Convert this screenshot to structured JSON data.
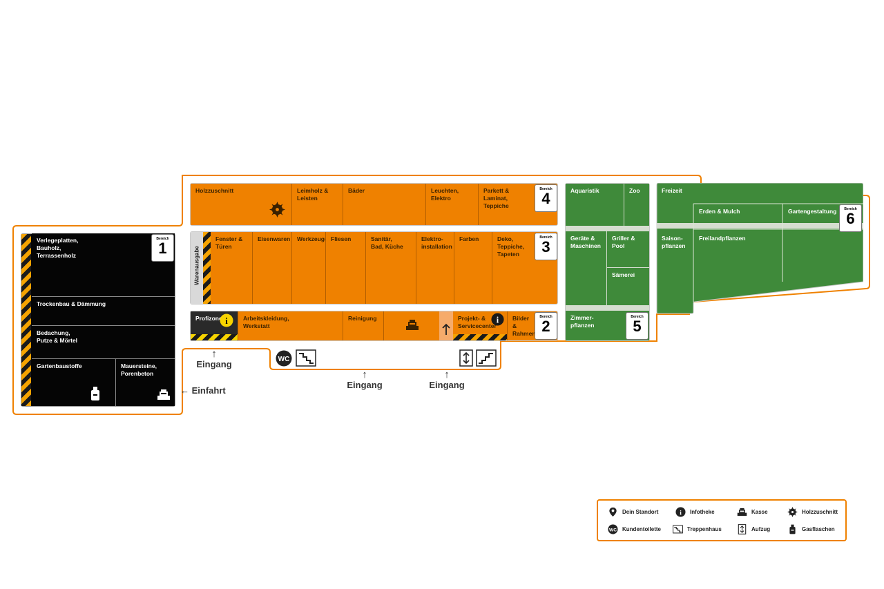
{
  "bereich_label": "Bereich",
  "areas": {
    "b1": {
      "number": "1",
      "cells": [
        "Verlegeplatten,\nBauholz,\nTerrassenholz",
        "Trockenbau & Dämmung",
        "Bedachung,\nPutze & Mörtel",
        "Gartenbaustoffe",
        "Mauersteine,\nPorenbeton"
      ]
    },
    "b4": {
      "number": "4",
      "cells": [
        "Holzzuschnitt",
        "Leimholz &\nLeisten",
        "Bäder",
        "Leuchten,\nElektro",
        "Parkett & Laminat,\nTeppiche"
      ]
    },
    "b3": {
      "number": "3",
      "side_label": "Warenausgabe",
      "cells": [
        "Fenster &\nTüren",
        "Eisenwaren",
        "Werkzeuge",
        "Fliesen",
        "Sanitär,\nBad, Küche",
        "Elektro-\ninstallation",
        "Farben",
        "Deko,\nTeppiche,\nTapeten"
      ]
    },
    "b2": {
      "number": "2",
      "cells": [
        "Profizone",
        "Arbeitskleidung,\nWerkstatt",
        "Reinigung",
        "Projekt- &\nServicecenter",
        "Bilder &\nRahmen"
      ]
    },
    "b5": {
      "number": "5",
      "cells": [
        "Aquaristik",
        "Zoo",
        "Geräte &\nMaschinen",
        "Griller &\nPool",
        "Sämerei",
        "Zimmer-\npflanzen"
      ]
    },
    "b6": {
      "number": "6",
      "cells": [
        "Freizeit",
        "Erden & Mulch",
        "Gartengestaltung",
        "Saison-\npflanzen",
        "Freilandpflanzen"
      ]
    }
  },
  "entrances": [
    "Eingang",
    "Eingang",
    "Eingang",
    "Einfahrt"
  ],
  "wc_label": "WC",
  "legend": [
    {
      "icon": "location-pin-icon",
      "label": "Dein Standort"
    },
    {
      "icon": "info-icon",
      "label": "Infotheke"
    },
    {
      "icon": "cash-register-icon",
      "label": "Kasse"
    },
    {
      "icon": "saw-blade-icon",
      "label": "Holzzuschnitt"
    },
    {
      "icon": "wc-icon",
      "label": "Kundentoilette"
    },
    {
      "icon": "stairs-icon",
      "label": "Treppenhaus"
    },
    {
      "icon": "elevator-icon",
      "label": "Aufzug"
    },
    {
      "icon": "gas-bottle-icon",
      "label": "Gasflaschen"
    }
  ],
  "colors": {
    "outline": "#ef8100",
    "orange": "#ef8100",
    "black": "#050505",
    "green": "#3f8a3a",
    "hazard_yellow": "#f7d400"
  }
}
